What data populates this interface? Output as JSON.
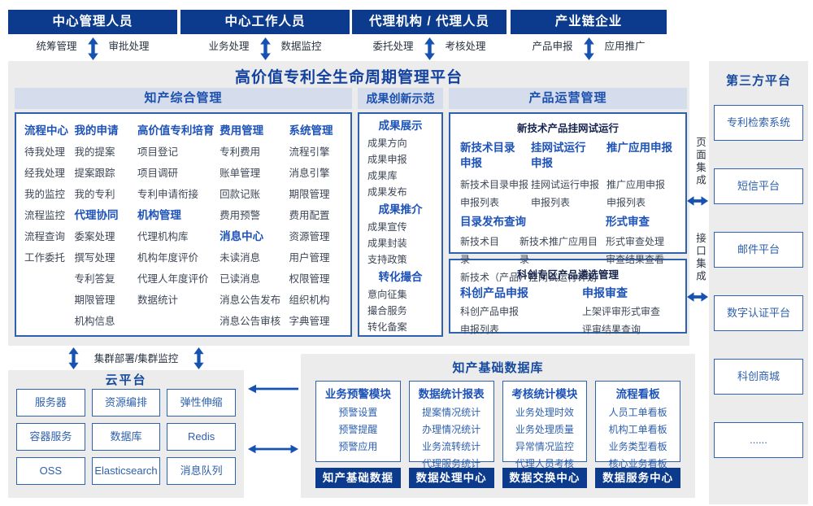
{
  "roles": [
    {
      "title": "中心管理人员",
      "left": "统筹管理",
      "right": "审批处理"
    },
    {
      "title": "中心工作人员",
      "left": "业务处理",
      "right": "数据监控"
    },
    {
      "title": "代理机构 / 代理人员",
      "left": "委托处理",
      "right": "考核处理"
    },
    {
      "title": "产业链企业",
      "left": "产品申报",
      "right": "应用推广"
    }
  ],
  "platform": {
    "title": "高价值专利全生命周期管理平台",
    "ip": {
      "title": "知产综合管理",
      "columns": [
        {
          "sections": [
            {
              "h": "流程中心",
              "items": [
                "待我处理",
                "经我处理",
                "我的监控",
                "流程监控",
                "流程查询",
                "工作委托"
              ]
            }
          ]
        },
        {
          "sections": [
            {
              "h": "我的申请",
              "items": [
                "我的提案",
                "提案跟踪",
                "我的专利"
              ]
            },
            {
              "h": "代理协同",
              "items": [
                "委案处理",
                "撰写处理",
                "专利答复",
                "期限管理",
                "机构信息"
              ]
            }
          ]
        },
        {
          "sections": [
            {
              "h": "高价值专利培育",
              "items": [
                "项目登记",
                "项目调研",
                "专利申请衔接"
              ]
            },
            {
              "h": "机构管理",
              "items": [
                "代理机构库",
                "机构年度评价",
                "代理人年度评价",
                "数据统计"
              ]
            }
          ]
        },
        {
          "sections": [
            {
              "h": "费用管理",
              "items": [
                "专利费用",
                "账单管理",
                "回款记账",
                "费用预警"
              ]
            },
            {
              "h": "消息中心",
              "items": [
                "未读消息",
                "已读消息",
                "消息公告发布",
                "消息公告审核"
              ]
            }
          ]
        },
        {
          "sections": [
            {
              "h": "系统管理",
              "items": [
                "流程引擎",
                "消息引擎",
                "期限管理",
                "费用配置",
                "资源管理",
                "用户管理",
                "权限管理",
                "组织机构",
                "字典管理"
              ]
            }
          ]
        }
      ]
    },
    "achievement": {
      "title": "成果创新示范",
      "sections": [
        {
          "h": "成果展示",
          "items": [
            "成果方向",
            "成果申报",
            "成果库",
            "成果发布"
          ]
        },
        {
          "h": "成果推介",
          "items": [
            "成果宣传",
            "成果封装",
            "支持政策"
          ]
        },
        {
          "h": "转化撮合",
          "items": [
            "意向征集",
            "撮合服务",
            "转化备案"
          ]
        }
      ]
    },
    "product": {
      "title": "产品运营管理",
      "trial": {
        "title": "新技术产品挂网试运行",
        "columns": [
          {
            "h": "新技术目录\n申报",
            "items": [
              "新技术目录申报",
              "申报列表"
            ]
          },
          {
            "h": "挂网试运行\n申报",
            "items": [
              "挂网试运行申报",
              "申报列表"
            ]
          },
          {
            "h": "推广应用申报",
            "items": [
              "推广应用申报",
              "申报列表"
            ]
          }
        ],
        "catalog": {
          "h": "目录发布查询",
          "row1": [
            "新技术目录",
            "新技术推广应用目录"
          ],
          "row2": "新技术（产品）挂网试运行计划"
        },
        "review": {
          "h": "形式审查",
          "items": [
            "形式审查处理",
            "审查结果查看"
          ]
        }
      },
      "selection": {
        "title": "科创专区产品遴选管理",
        "columns": [
          {
            "h": "科创产品申报",
            "items": [
              "科创产品申报",
              "申报列表"
            ]
          },
          {
            "h": "申报审查",
            "items": [
              "上架评审形式审查",
              "评审结果查询"
            ]
          }
        ]
      }
    }
  },
  "integration": {
    "page": "页面集成",
    "api": "接口集成"
  },
  "third_party": {
    "title": "第三方平台",
    "items": [
      "专利检索系统",
      "短信平台",
      "邮件平台",
      "数字认证平台",
      "科创商城",
      "......"
    ]
  },
  "cluster": {
    "label": "集群部署/集群监控"
  },
  "cloud": {
    "title": "云平台",
    "services": [
      "服务器",
      "资源编排",
      "弹性伸缩",
      "容器服务",
      "数据库",
      "Redis",
      "OSS",
      "Elasticsearch",
      "消息队列"
    ]
  },
  "database": {
    "title": "知产基础数据库",
    "columns": [
      {
        "h": "业务预警模块",
        "items": [
          "预警设置",
          "预警提醒",
          "预警应用"
        ]
      },
      {
        "h": "数据统计报表",
        "items": [
          "提案情况统计",
          "办理情况统计",
          "业务流转统计",
          "代理服务统计"
        ]
      },
      {
        "h": "考核统计模块",
        "items": [
          "业务处理时效",
          "业务处理质量",
          "异常情况监控",
          "代理人员考核"
        ]
      },
      {
        "h": "流程看板",
        "items": [
          "人员工单看板",
          "机构工单看板",
          "业务类型看板",
          "核心业务看板"
        ]
      }
    ],
    "centers": [
      "知产基础数据",
      "数据处理中心",
      "数据交换中心",
      "数据服务中心"
    ]
  },
  "colors": {
    "primary": "#0c3b8d",
    "accent": "#1d53b8",
    "band": "#d5dcec",
    "panel": "#ececec",
    "border": "#2e62ae",
    "item_text": "#3e4757",
    "item_blue": "#2d5fae"
  }
}
